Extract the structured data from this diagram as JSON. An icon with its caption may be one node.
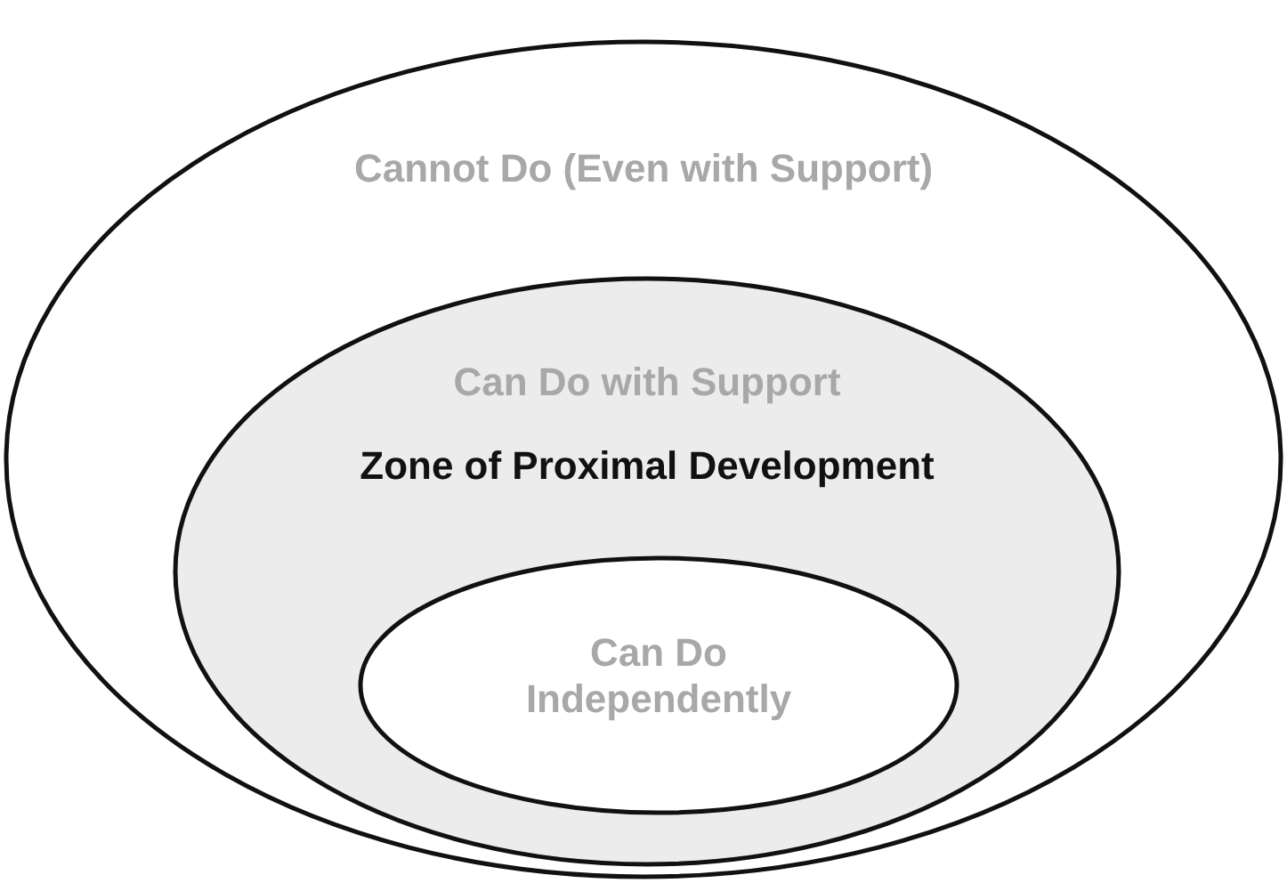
{
  "diagram": {
    "nodes": [
      {
        "text": [
          "Cannot Do (Even with Support)"
        ]
      },
      {
        "text": [
          "Can Do with Support",
          "Zone of Proximal Development"
        ],
        "in": 0
      },
      {
        "text": [
          "Can Do Independently"
        ],
        "in": 1
      }
    ]
  }
}
